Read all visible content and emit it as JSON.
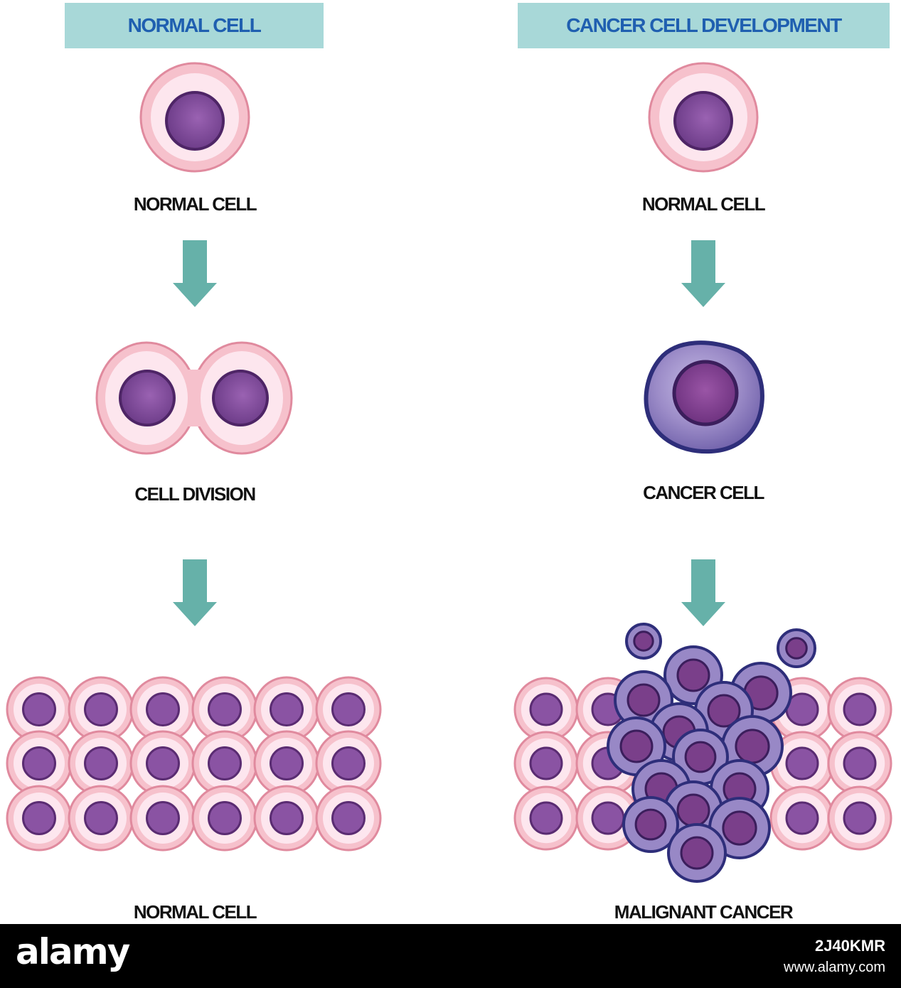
{
  "headers": {
    "left": "NORMAL CELL",
    "right": "CANCER CELL DEVELOPMENT"
  },
  "left_column": {
    "labels": [
      "NORMAL CELL",
      "CELL DIVISION",
      "NORMAL CELL"
    ]
  },
  "right_column": {
    "labels": [
      "NORMAL CELL",
      "CANCER CELL",
      "MALIGNANT CANCER"
    ]
  },
  "watermark": {
    "brand": "alamy",
    "image_id": "2J40KMR",
    "site": "www.alamy.com"
  },
  "colors": {
    "header_bg": "#a8d8d8",
    "header_text": "#1f5fb0",
    "arrow": "#66b1a9",
    "cell_outer": "#f5b8c4",
    "cell_rim": "#e08a9e",
    "cell_inner": "#fde6ee",
    "nucleus": "#7a4894",
    "cancer_outer": "#8a78b8",
    "cancer_rim": "#2e2e7a",
    "cancer_nucleus": "#7a3f8a"
  },
  "icons": [
    "arrow-down-icon",
    "normal-cell-icon",
    "dividing-cell-icon",
    "cancer-cell-icon",
    "normal-tissue-icon",
    "tumor-tissue-icon"
  ]
}
